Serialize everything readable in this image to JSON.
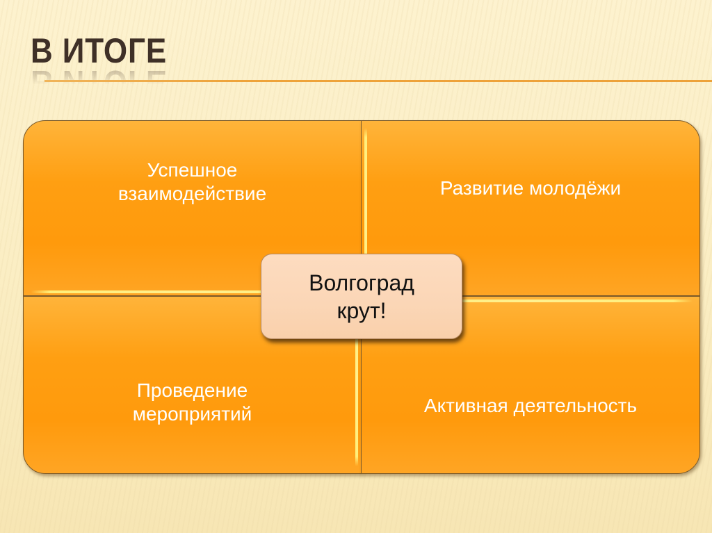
{
  "slide": {
    "title": "В ИТОГЕ",
    "colors": {
      "background": "#fcefc6",
      "title_text": "#3f3027",
      "title_rule": "#eea33a",
      "quadrant_fill": "#ff9f12",
      "quadrant_highlight": "#fff190",
      "quadrant_text": "#ffffff",
      "center_fill": "#fbd6b6",
      "center_text": "#111111"
    },
    "diagram": {
      "center": {
        "line1": "Волгоград",
        "line2": "крут!"
      },
      "quadrants": [
        {
          "position": "top-left",
          "line1": "Успешное",
          "line2": "взаимодействие"
        },
        {
          "position": "top-right",
          "line1": "Развитие молодёжи",
          "line2": ""
        },
        {
          "position": "bottom-left",
          "line1": "Проведение",
          "line2": "мероприятий"
        },
        {
          "position": "bottom-right",
          "line1": "Активная деятельность",
          "line2": ""
        }
      ]
    }
  }
}
